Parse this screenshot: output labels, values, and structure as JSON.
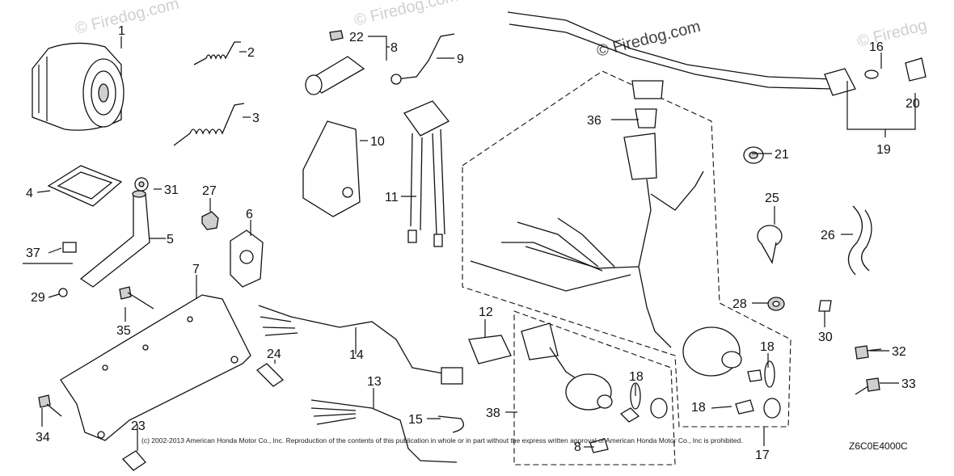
{
  "watermarks": [
    "© Firedog.com",
    "© Firedog.com",
    "© Firedog"
  ],
  "callouts": [
    {
      "id": "c1",
      "label": "1"
    },
    {
      "id": "c2",
      "label": "2"
    },
    {
      "id": "c3",
      "label": "3"
    },
    {
      "id": "c4",
      "label": "4"
    },
    {
      "id": "c5",
      "label": "5"
    },
    {
      "id": "c6",
      "label": "6"
    },
    {
      "id": "c7",
      "label": "7"
    },
    {
      "id": "c8",
      "label": "8"
    },
    {
      "id": "c8b",
      "label": "8"
    },
    {
      "id": "c9",
      "label": "9"
    },
    {
      "id": "c10",
      "label": "10"
    },
    {
      "id": "c11",
      "label": "11"
    },
    {
      "id": "c12",
      "label": "12"
    },
    {
      "id": "c13",
      "label": "13"
    },
    {
      "id": "c14",
      "label": "14"
    },
    {
      "id": "c15",
      "label": "15"
    },
    {
      "id": "c16",
      "label": "16"
    },
    {
      "id": "c17",
      "label": "17"
    },
    {
      "id": "c18a",
      "label": "18"
    },
    {
      "id": "c18b",
      "label": "18"
    },
    {
      "id": "c18c",
      "label": "18"
    },
    {
      "id": "c19",
      "label": "19"
    },
    {
      "id": "c20",
      "label": "20"
    },
    {
      "id": "c21",
      "label": "21"
    },
    {
      "id": "c22",
      "label": "22"
    },
    {
      "id": "c23",
      "label": "23"
    },
    {
      "id": "c24",
      "label": "24"
    },
    {
      "id": "c25",
      "label": "25"
    },
    {
      "id": "c26",
      "label": "26"
    },
    {
      "id": "c27",
      "label": "27"
    },
    {
      "id": "c28",
      "label": "28"
    },
    {
      "id": "c29",
      "label": "29"
    },
    {
      "id": "c30",
      "label": "30"
    },
    {
      "id": "c31",
      "label": "31"
    },
    {
      "id": "c32",
      "label": "32"
    },
    {
      "id": "c33",
      "label": "33"
    },
    {
      "id": "c34",
      "label": "34"
    },
    {
      "id": "c35",
      "label": "35"
    },
    {
      "id": "c36",
      "label": "36"
    },
    {
      "id": "c37",
      "label": "37"
    },
    {
      "id": "c38",
      "label": "38"
    }
  ],
  "copyright": "(c) 2002-2013 American Honda Motor Co., Inc. Reproduction of the contents of this publication in whole or in part without the express written approval of American Honda Motor Co., Inc is prohibited.",
  "diagram_code": "Z6C0E4000C"
}
